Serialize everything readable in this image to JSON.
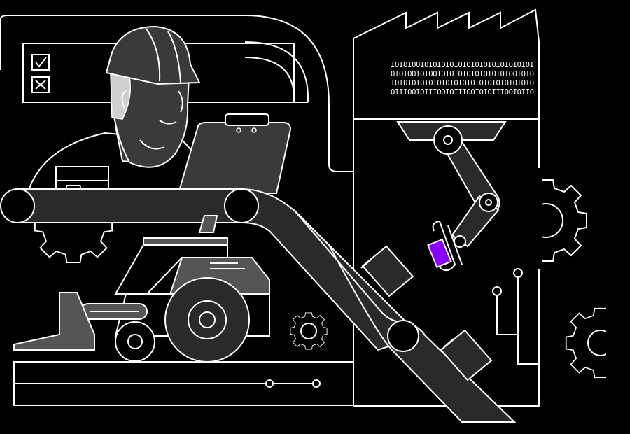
{
  "illustration": {
    "palette": {
      "background": "#000000",
      "line": "#ffffff",
      "dark_fill": "#2a2a2a",
      "mid_fill": "#444444",
      "accent": "#8a00ff"
    },
    "binary_rows": [
      "IOIOIOOIOIOIOIOIOIOIOIOIOIOIOIOIOI",
      "OIOIOOIOIOOIOIOIOIOIOIOIOIOIOOIOIO",
      "IOIOIOIOIOIOIOIOIOIOIOIOIOIOIOIOIO",
      "OIIIOOIOIIIOOIOIIIOOIOIOIIIOOIOIIO"
    ],
    "icons": [
      "checkbox-checked-icon",
      "checkbox-crossed-icon",
      "gear-icon",
      "robot-arm-icon",
      "hard-hat-icon"
    ]
  }
}
